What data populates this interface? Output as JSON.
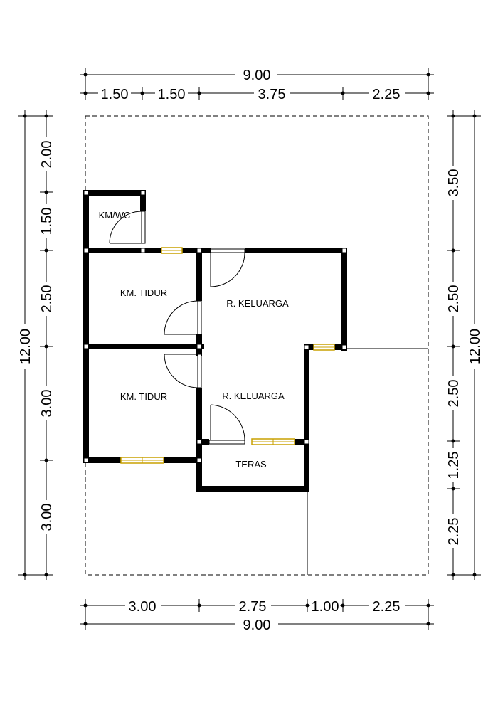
{
  "dimensions": {
    "top_total": "9.00",
    "top_segments": [
      "1.50",
      "1.50",
      "3.75",
      "2.25"
    ],
    "bottom_segments": [
      "3.00",
      "2.75",
      "1.00",
      "2.25"
    ],
    "bottom_total": "9.00",
    "left_total": "12.00",
    "left_segments": [
      "2.00",
      "1.50",
      "2.50",
      "3.00",
      "3.00"
    ],
    "right_total": "12.00",
    "right_segments": [
      "3.50",
      "2.50",
      "2.50",
      "1.25",
      "2.25"
    ]
  },
  "rooms": {
    "kmwc": "KM/WC",
    "bedroom_1": "KM. TIDUR",
    "bedroom_2": "KM. TIDUR",
    "family_1": "R. KELUARGA",
    "family_2": "R. KELUARGA",
    "terrace": "TERAS"
  },
  "colors": {
    "wall": "#000000",
    "window": "#c8a000",
    "background": "#ffffff"
  }
}
